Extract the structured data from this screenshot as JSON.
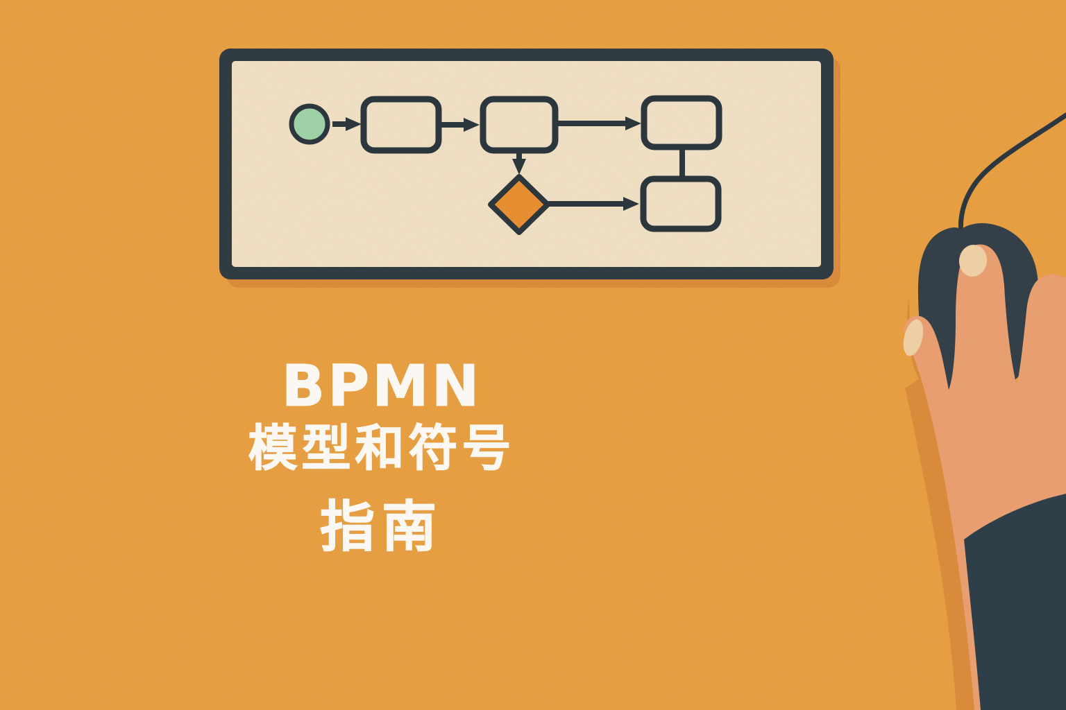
{
  "title": {
    "line1": "BPMN",
    "line2": "模型和符号",
    "line3": "指南",
    "text_color": "#fbf8f3"
  },
  "colors": {
    "background": "#f0a545",
    "panel_frame": "#333e46",
    "panel_canvas": "#f8e7ca",
    "diagram_stroke": "#2e3940",
    "start_event_fill": "#a5d9ae",
    "gateway_fill": "#f09434",
    "mouse_body": "#37434c",
    "sleeve": "#31424d",
    "skin": "#f2a575",
    "fingernail": "#f8d8ac",
    "drop_shadow": "#e2913e"
  },
  "diagram_panel": {
    "description": "framed BPMN process flowchart",
    "nodes": [
      {
        "id": "start-event",
        "shape": "circle",
        "fill": "#a5d9ae"
      },
      {
        "id": "task-1",
        "shape": "rounded-rectangle",
        "fill": "none"
      },
      {
        "id": "task-2",
        "shape": "rounded-rectangle",
        "fill": "none"
      },
      {
        "id": "task-3",
        "shape": "rounded-rectangle",
        "fill": "none"
      },
      {
        "id": "gateway",
        "shape": "diamond",
        "fill": "#f09434"
      },
      {
        "id": "task-4",
        "shape": "rounded-rectangle",
        "fill": "none"
      }
    ],
    "connections": [
      {
        "from": "start-event",
        "to": "task-1",
        "arrowhead": true
      },
      {
        "from": "task-1",
        "to": "task-2",
        "arrowhead": true
      },
      {
        "from": "task-2",
        "to": "task-3",
        "arrowhead": true
      },
      {
        "from": "task-2",
        "to": "gateway",
        "arrowhead": true
      },
      {
        "from": "gateway",
        "to": "task-4",
        "arrowhead": true
      },
      {
        "from": "task-3",
        "to": "task-4",
        "arrowhead": false
      }
    ]
  },
  "illustration": {
    "right_side": "hand resting on a wired computer mouse, sleeve at bottom-right corner"
  }
}
